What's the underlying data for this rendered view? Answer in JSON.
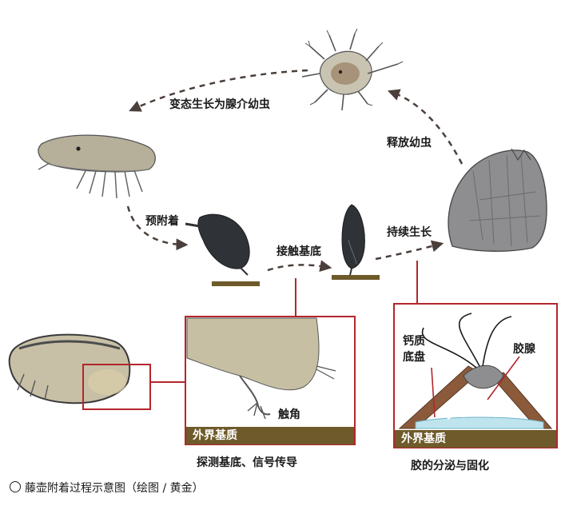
{
  "stages": {
    "metamorph_label": "变态生长为腺介幼虫",
    "release_label": "释放幼虫",
    "preattach_label": "预附着",
    "contact_label": "接触基底",
    "grow_label": "持续生长"
  },
  "panels": {
    "left": {
      "antenna_label": "触角",
      "substrate_label": "外界基质",
      "caption": "探测基底、信号传导"
    },
    "right": {
      "calcium_label_1": "钙质",
      "calcium_label_2": "底盘",
      "gland_label": "胶腺",
      "substrate_label": "外界基质",
      "caption": "胶的分泌与固化"
    }
  },
  "figure_caption": "藤壶附着过程示意图（绘图 / 黄金）",
  "colors": {
    "box_border": "#b3262b",
    "substrate": "#6e5a2a",
    "arrow": "#4a3f3a",
    "larva": "#b6b09a",
    "cyprid_dark": "#2f3236",
    "barnacle": "#8e8e90"
  }
}
